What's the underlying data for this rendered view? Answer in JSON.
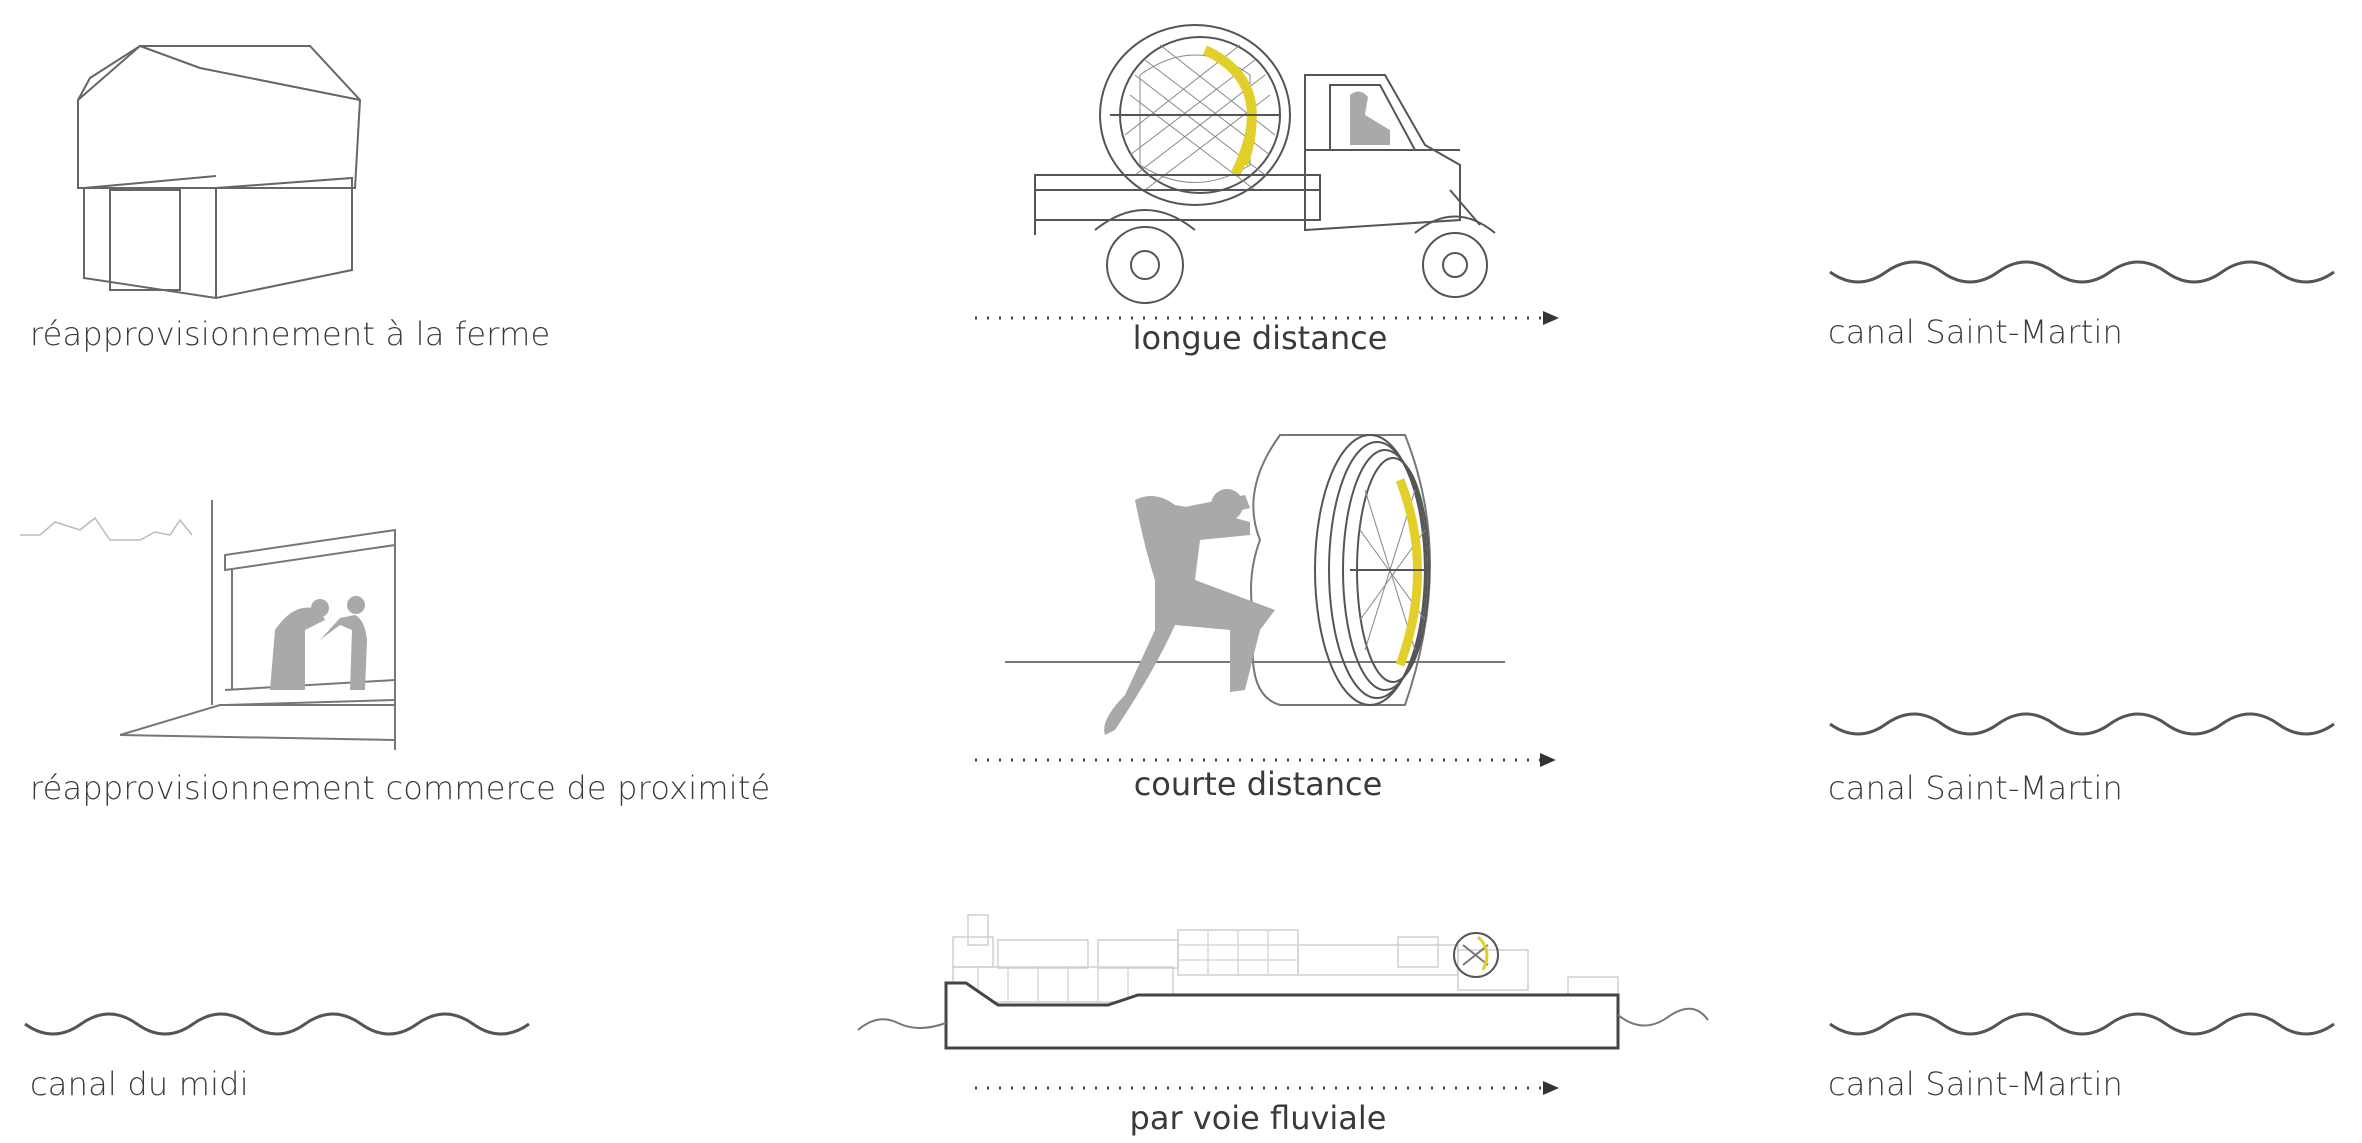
{
  "rows": [
    {
      "left_label": "réapprovisionnement à la ferme",
      "middle_label": "longue distance",
      "right_label": "canal Saint-Martin",
      "left_icon": "barn-icon",
      "middle_icon": "three-wheel-truck-icon"
    },
    {
      "left_label": "réapprovisionnement commerce de proximité",
      "middle_label": "courte distance",
      "right_label": "canal Saint-Martin",
      "left_icon": "shop-window-icon",
      "middle_icon": "person-pushing-drum-icon"
    },
    {
      "left_label": "canal du midi",
      "middle_label": "par voie fluviale",
      "right_label": "canal Saint-Martin",
      "left_icon": "wave-icon",
      "middle_icon": "barge-icon"
    }
  ],
  "colors": {
    "line": "#555555",
    "silhouette": "#a9a9a9",
    "accent_yellow": "#e3cf2a",
    "text": "#3a3a3a"
  }
}
